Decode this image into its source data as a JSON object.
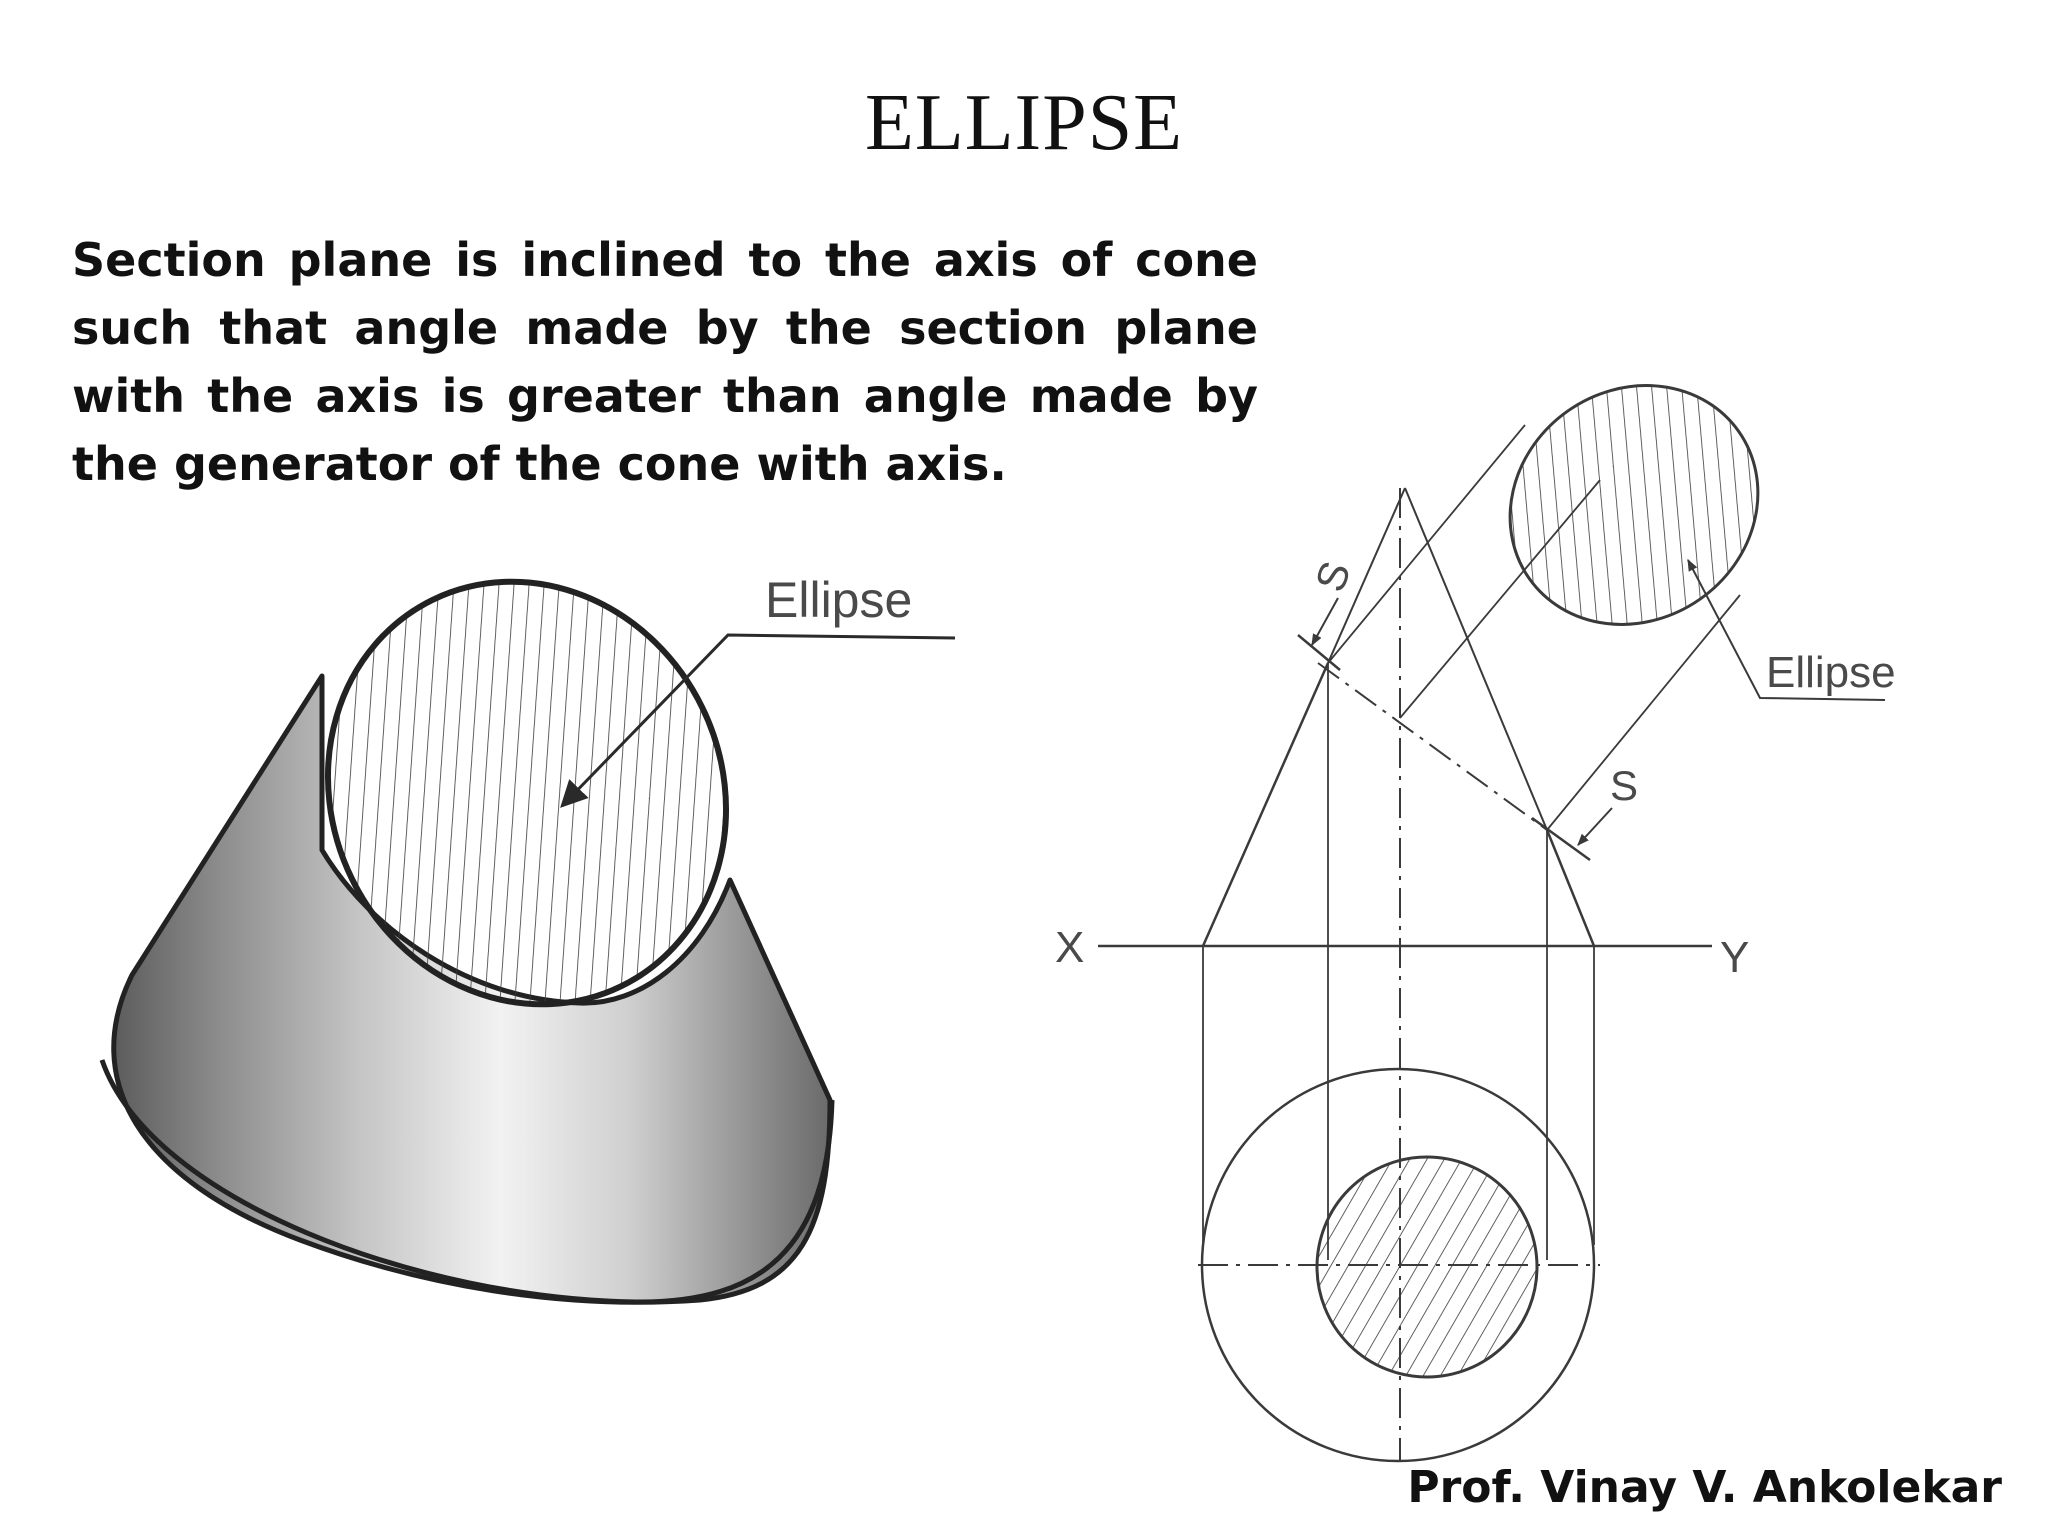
{
  "title": "ELLIPSE",
  "description": "Section plane is inclined to the axis of cone such that angle made by the section plane with the axis is greater  than angle made by the generator of the cone with axis.",
  "pictorial": {
    "label": "Ellipse"
  },
  "orthographic": {
    "label_section_top": "S",
    "label_section_bottom": "S",
    "label_x": "X",
    "label_y": "Y",
    "label_true_shape": "Ellipse"
  },
  "author": "Prof. Vinay V. Ankolekar"
}
